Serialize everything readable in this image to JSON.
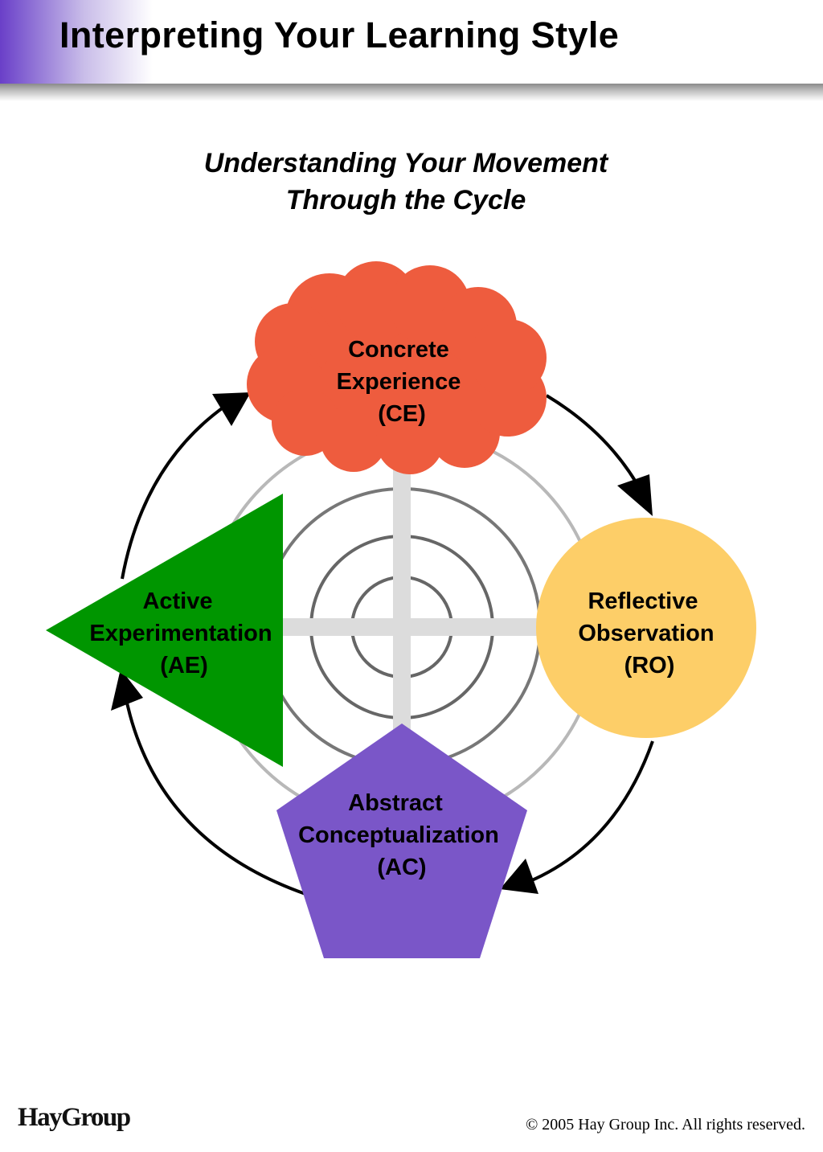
{
  "header": {
    "title": "Interpreting Your Learning Style",
    "accent_color": "#6a3fc8"
  },
  "subtitle": {
    "line1": "Understanding Your Movement",
    "line2": "Through the Cycle"
  },
  "cycle": {
    "concrete_experience": {
      "shape": "cloud",
      "color": "#ee5c3e",
      "lines": [
        "Concrete",
        "Experience",
        "(CE)"
      ]
    },
    "reflective_observation": {
      "shape": "circle",
      "color": "#fdce68",
      "lines": [
        "Reflective",
        "Observation",
        "(RO)"
      ]
    },
    "abstract_conceptualization": {
      "shape": "pentagon",
      "color": "#7a56c8",
      "lines": [
        "Abstract",
        "Conceptualization",
        "(AC)"
      ]
    },
    "active_experimentation": {
      "shape": "triangle",
      "color": "#009600",
      "lines": [
        "Active",
        "Experimentation",
        "(AE)"
      ]
    }
  },
  "footer": {
    "logo": "HayGroup",
    "copyright": "© 2005 Hay Group Inc. All rights reserved."
  }
}
